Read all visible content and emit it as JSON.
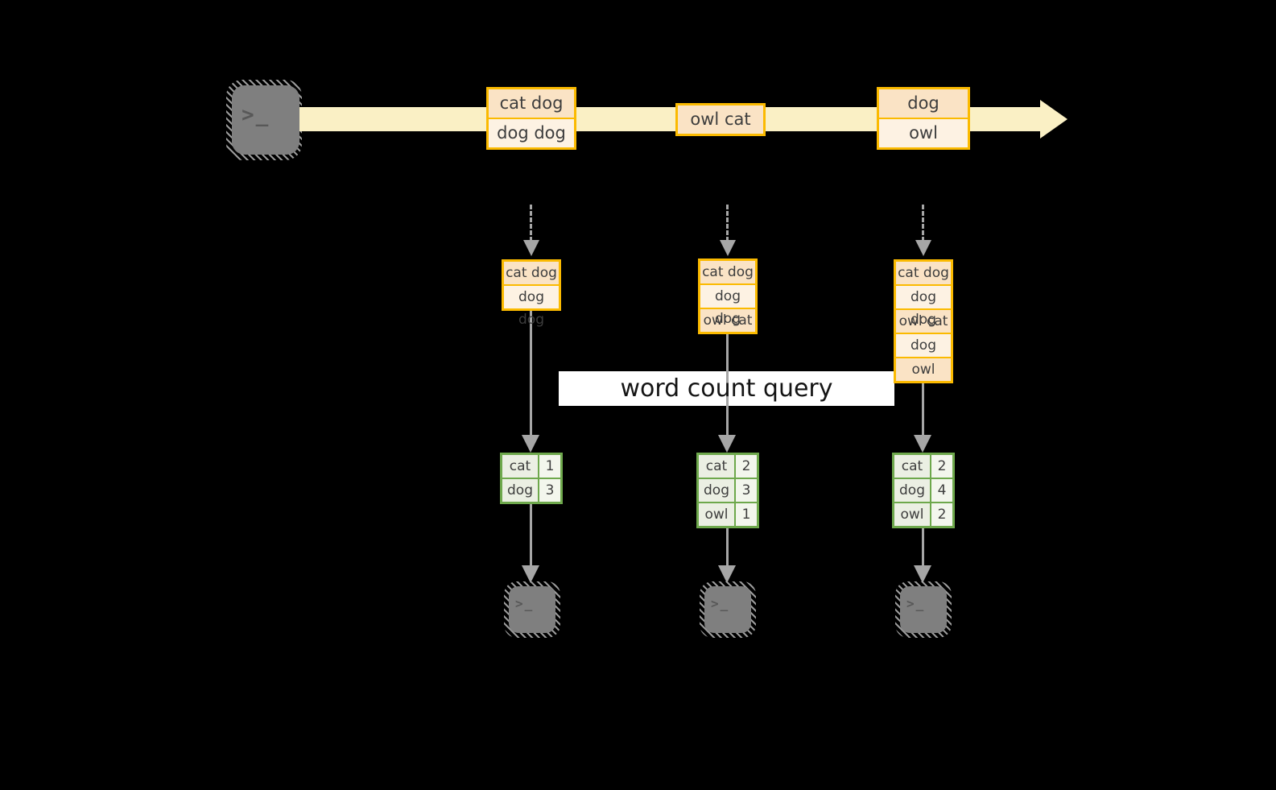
{
  "query_label": "word count query",
  "terminal": {
    "prompt": ">_"
  },
  "stream": {
    "batches": [
      {
        "rows": [
          "cat dog",
          "dog dog"
        ]
      },
      {
        "rows": [
          "owl cat"
        ]
      },
      {
        "rows": [
          "dog",
          "owl"
        ]
      }
    ]
  },
  "columns": [
    {
      "state_rows": [
        "cat dog",
        "dog dog"
      ],
      "counts": [
        {
          "word": "cat",
          "count": 1
        },
        {
          "word": "dog",
          "count": 3
        }
      ]
    },
    {
      "state_rows": [
        "cat dog",
        "dog dog",
        "owl cat"
      ],
      "counts": [
        {
          "word": "cat",
          "count": 2
        },
        {
          "word": "dog",
          "count": 3
        },
        {
          "word": "owl",
          "count": 1
        }
      ]
    },
    {
      "state_rows": [
        "cat dog",
        "dog dog",
        "owl cat",
        "dog",
        "owl"
      ],
      "counts": [
        {
          "word": "cat",
          "count": 2
        },
        {
          "word": "dog",
          "count": 4
        },
        {
          "word": "owl",
          "count": 2
        }
      ]
    }
  ],
  "colors": {
    "background": "#000000",
    "stream_arrow": "#faf0c5",
    "record_border": "#fbba00",
    "record_fill_dark": "#fae3c5",
    "record_fill_light": "#fdf2e3",
    "table_border": "#6ea84c",
    "table_word_fill": "#ebefe3",
    "table_count_fill": "#f3f6ed",
    "flow_arrow": "#a6a6a6",
    "terminal_fill": "#7f7f7f",
    "banner_fill": "#ffffff"
  }
}
